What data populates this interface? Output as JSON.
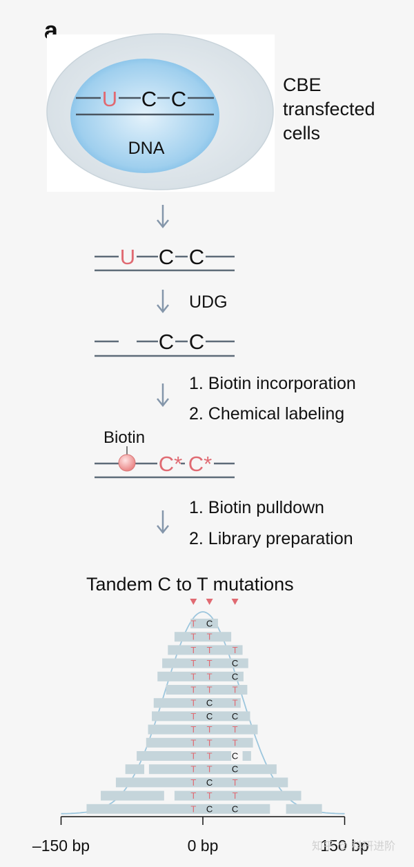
{
  "panel_label": "a",
  "cell": {
    "side_label": [
      "CBE",
      "transfected",
      "cells"
    ],
    "nucleus_label": "DNA",
    "bases": [
      "U",
      "C",
      "C"
    ]
  },
  "strand_bases": [
    "U",
    "C",
    "C"
  ],
  "steps": [
    {
      "lines": [
        ""
      ]
    },
    {
      "lines": [
        "UDG"
      ]
    },
    {
      "lines": [
        "1. Biotin incorporation",
        "2. Chemical labeling"
      ]
    },
    {
      "lines": [
        "1. Biotin pulldown",
        "2. Library preparation"
      ]
    }
  ],
  "labeled_strand": {
    "biotin_label": "Biotin",
    "bases": [
      "C*",
      "C*"
    ]
  },
  "abasic_strand": {
    "bases": [
      "C",
      "C"
    ]
  },
  "reads_panel": {
    "title": "Tandem C to T mutations",
    "axis_ticks": [
      "–150 bp",
      "0 bp",
      "150 bp"
    ],
    "tick_values": [
      -150,
      0,
      150
    ],
    "site_positions": [
      -10,
      7,
      34
    ],
    "reads": [
      {
        "segs": [
          [
            -13,
            16
          ]
        ],
        "marks": [
          "T",
          "C",
          null
        ]
      },
      {
        "segs": [
          [
            -30,
            30
          ]
        ],
        "marks": [
          "T",
          "T",
          null
        ]
      },
      {
        "segs": [
          [
            -37,
            42
          ]
        ],
        "marks": [
          "T",
          "T",
          "T"
        ]
      },
      {
        "segs": [
          [
            -43,
            48
          ]
        ],
        "marks": [
          "T",
          "T",
          "C"
        ]
      },
      {
        "segs": [
          [
            -48,
            43
          ]
        ],
        "marks": [
          "T",
          "T",
          "C"
        ]
      },
      {
        "segs": [
          [
            -39,
            47
          ]
        ],
        "marks": [
          "T",
          "T",
          "T"
        ]
      },
      {
        "segs": [
          [
            -52,
            40
          ]
        ],
        "marks": [
          "T",
          "C",
          "T"
        ]
      },
      {
        "segs": [
          [
            -54,
            50
          ]
        ],
        "marks": [
          "T",
          "C",
          "C"
        ]
      },
      {
        "segs": [
          [
            -58,
            58
          ]
        ],
        "marks": [
          "T",
          "T",
          "T"
        ]
      },
      {
        "segs": [
          [
            -60,
            53
          ]
        ],
        "marks": [
          "T",
          "T",
          "T"
        ]
      },
      {
        "segs": [
          [
            -70,
            30
          ],
          [
            42,
            51
          ]
        ],
        "marks": [
          "T",
          "T",
          "C"
        ]
      },
      {
        "segs": [
          [
            -82,
            -62
          ],
          [
            -57,
            78
          ]
        ],
        "marks": [
          "T",
          "T",
          "C"
        ]
      },
      {
        "segs": [
          [
            -92,
            90
          ]
        ],
        "marks": [
          "T",
          "C",
          "T"
        ]
      },
      {
        "segs": [
          [
            -108,
            -41
          ],
          [
            -30,
            104
          ]
        ],
        "marks": [
          "T",
          "T",
          "T"
        ]
      },
      {
        "segs": [
          [
            -123,
            71
          ],
          [
            88,
            126
          ]
        ],
        "marks": [
          "T",
          "C",
          "C"
        ]
      }
    ]
  },
  "colors": {
    "nucleus": "#8cc6e8",
    "cell": "#dde5ea",
    "strand": "#6a7a88",
    "arrow": "#8496aa",
    "mutation": "#e06a72",
    "read": "#c5d5db",
    "curve": "#9cc6dd"
  },
  "watermark": "知乎 @ 科研进阶"
}
